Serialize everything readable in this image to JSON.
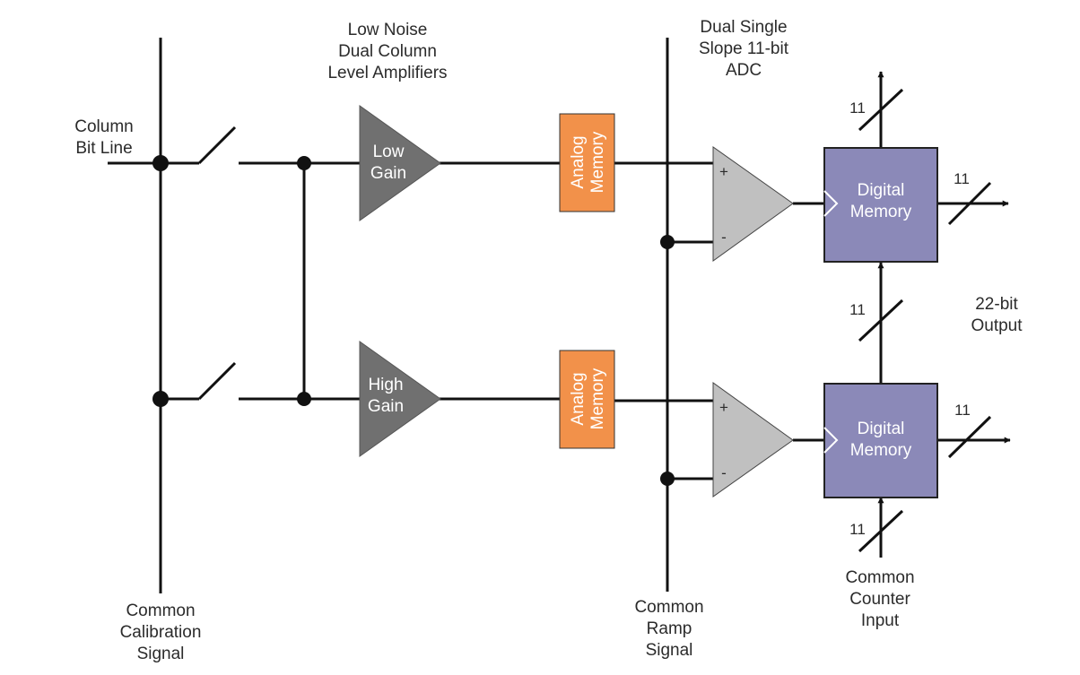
{
  "labels": {
    "column_bit_line": [
      "Column",
      "Bit Line"
    ],
    "amplifiers_title": [
      "Low Noise",
      "Dual Column",
      "Level Amplifiers"
    ],
    "adc_title": [
      "Dual Single",
      "Slope 11-bit",
      "ADC"
    ],
    "calibration": [
      "Common",
      "Calibration",
      "Signal"
    ],
    "ramp": [
      "Common",
      "Ramp",
      "Signal"
    ],
    "counter": [
      "Common",
      "Counter",
      "Input"
    ],
    "output": [
      "22-bit",
      "Output"
    ]
  },
  "amplifiers": {
    "low": [
      "Low",
      "Gain"
    ],
    "high": [
      "High",
      "Gain"
    ]
  },
  "analog_memory": [
    "Analog",
    "Memory"
  ],
  "digital_memory": [
    "Digital",
    "Memory"
  ],
  "comparator": {
    "plus": "+",
    "minus": "-"
  },
  "bus_width": "11",
  "colors": {
    "amplifier": "#707070",
    "comparator": "#c0c0c0",
    "analog_memory": "#f2914a",
    "digital_memory": "#8b89b8",
    "wire": "#111111"
  }
}
